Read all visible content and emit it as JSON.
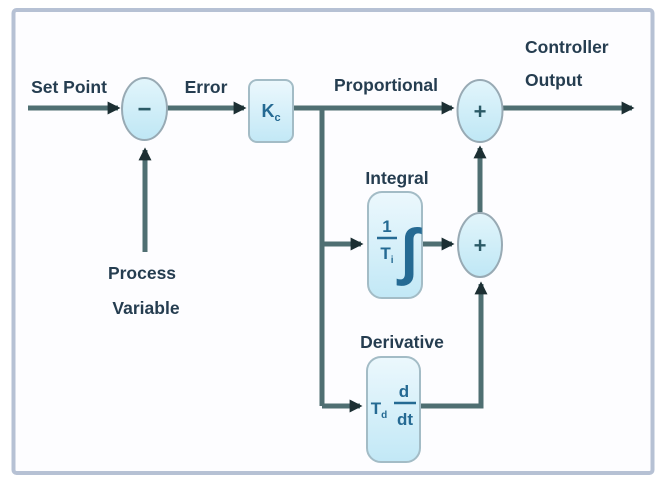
{
  "diagram": {
    "labels": {
      "set_point": "Set Point",
      "error": "Error",
      "proportional": "Proportional",
      "controller_line1": "Controller",
      "controller_line2": "Output",
      "process_line1": "Process",
      "process_line2": "Variable",
      "integral": "Integral",
      "derivative": "Derivative"
    },
    "symbols": {
      "minus": "−",
      "plus_top": "+",
      "plus_mid": "+",
      "gain_base": "K",
      "gain_sub": "c",
      "int_num": "1",
      "int_den_base": "T",
      "int_den_sub": "i",
      "int_sign": "∫",
      "der_coef_base": "T",
      "der_coef_sub": "d",
      "der_num": "d",
      "der_den": "dt"
    },
    "colors": {
      "wire": "#4f6f72",
      "arrowhead": "#1c2f33",
      "block_fill_top": "#ecf8fd",
      "block_fill_bottom": "#c2e8f6",
      "block_border": "#a3bcc6",
      "node_fill": "#c9ecf8",
      "node_border": "#98aab4",
      "label_text": "#253d50",
      "block_text": "#256a93",
      "sign_text": "#2b5a66",
      "frame_border": "#b6c1d4",
      "frame_fill": "#fdfdff"
    }
  }
}
